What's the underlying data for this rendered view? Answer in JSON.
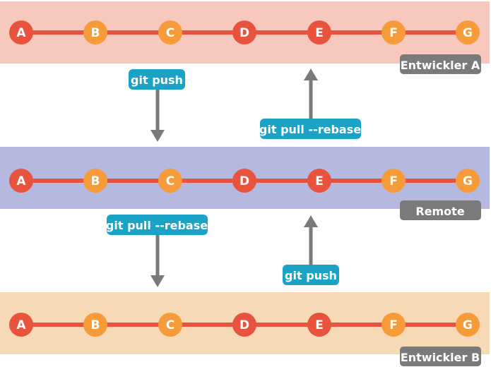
{
  "lanes": [
    {
      "id": "dev-a",
      "label": "Entwickler A",
      "band_color": "#f7c8bd",
      "commits": [
        "A",
        "B",
        "C",
        "D",
        "E",
        "F",
        "G"
      ],
      "commit_colors": [
        "#e8533d",
        "#f59b3a",
        "#f59b3a",
        "#e8533d",
        "#e8533d",
        "#f59b3a",
        "#f59b3a"
      ]
    },
    {
      "id": "remote",
      "label": "Remote",
      "band_color": "#b5b9e0",
      "commits": [
        "A",
        "B",
        "C",
        "D",
        "E",
        "F",
        "G"
      ],
      "commit_colors": [
        "#e8533d",
        "#f59b3a",
        "#f59b3a",
        "#e8533d",
        "#e8533d",
        "#f59b3a",
        "#f59b3a"
      ]
    },
    {
      "id": "dev-b",
      "label": "Entwickler B",
      "band_color": "#f7d9b5",
      "commits": [
        "A",
        "B",
        "C",
        "D",
        "E",
        "F",
        "G"
      ],
      "commit_colors": [
        "#e8533d",
        "#f59b3a",
        "#f59b3a",
        "#e8533d",
        "#e8533d",
        "#f59b3a",
        "#f59b3a"
      ]
    }
  ],
  "commands": [
    {
      "id": "a-push",
      "label": "git push",
      "direction": "down"
    },
    {
      "id": "a-pull",
      "label": "git pull --rebase",
      "direction": "up"
    },
    {
      "id": "b-pull",
      "label": "git pull --rebase",
      "direction": "down"
    },
    {
      "id": "b-push",
      "label": "git push",
      "direction": "up"
    }
  ],
  "colors": {
    "line": "#e8533d",
    "tag_bg": "#7a7a7a",
    "cmd_bg": "#1aa3c4",
    "arrow": "#7a7a7a"
  }
}
